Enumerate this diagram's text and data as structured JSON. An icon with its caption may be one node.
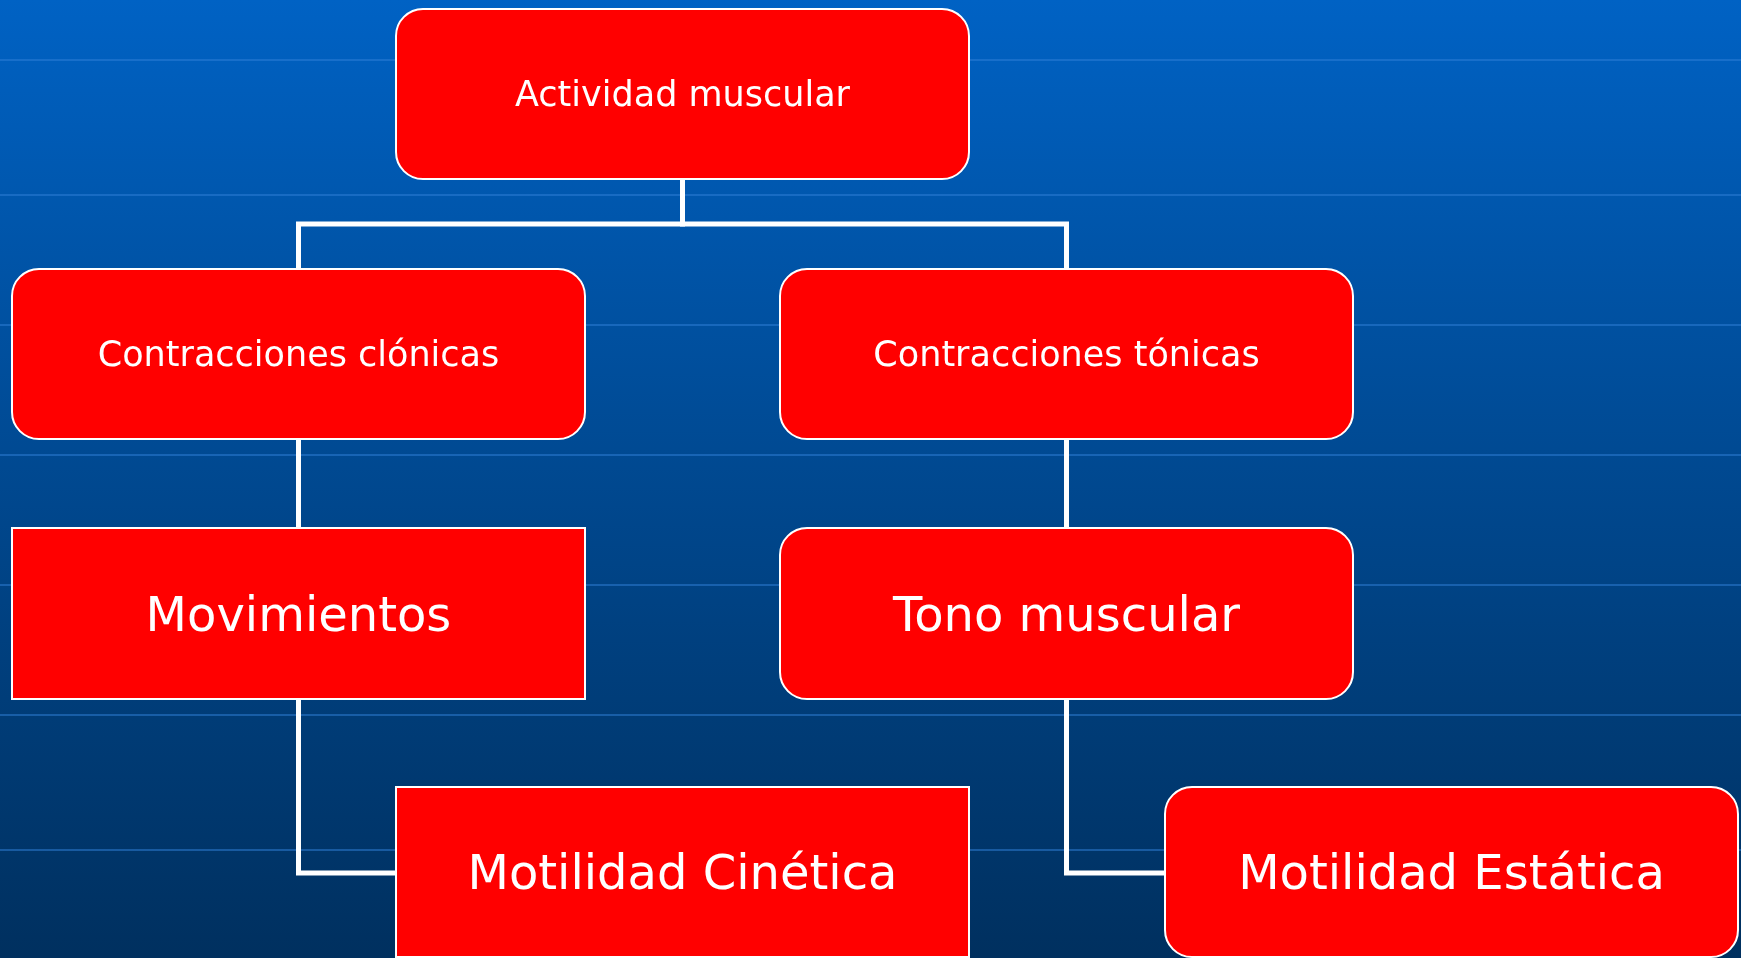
{
  "diagram": {
    "nodes": [
      {
        "text": [
          "Actividad muscular"
        ]
      },
      {
        "text": [
          "Contracciones clónicas"
        ]
      },
      {
        "text": [
          "Contracciones tónicas"
        ]
      },
      {
        "text": [
          "Movimientos"
        ]
      },
      {
        "text": [
          "Tono muscular"
        ]
      },
      {
        "text": [
          "Motilidad Cinética"
        ]
      },
      {
        "text": [
          "Motilidad Estática"
        ]
      }
    ],
    "edges": [
      {
        "from": 0,
        "to": 1,
        "arrow": "none"
      },
      {
        "from": 0,
        "to": 2,
        "arrow": "none"
      },
      {
        "from": 1,
        "to": 3,
        "arrow": "none"
      },
      {
        "from": 2,
        "to": 4,
        "arrow": "none"
      },
      {
        "from": 3,
        "to": 5,
        "arrow": "none"
      },
      {
        "from": 4,
        "to": 6,
        "arrow": "none"
      }
    ]
  }
}
